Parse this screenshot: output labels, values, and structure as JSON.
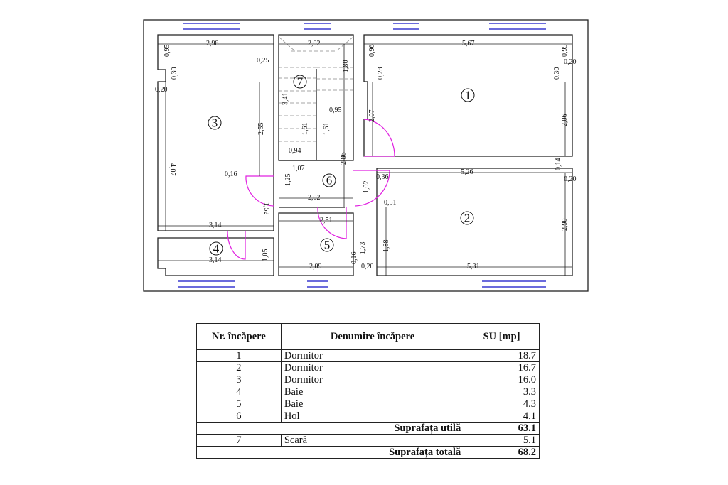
{
  "plan": {
    "rooms": [
      "1",
      "2",
      "3",
      "4",
      "5",
      "6",
      "7"
    ],
    "dims": [
      "2,98",
      "0,95",
      "0,30",
      "0,20",
      "0,25",
      "2,55",
      "4,07",
      "0,16",
      "1,25",
      "1,52",
      "3,14",
      "3,14",
      "1,05",
      "2,02",
      "1,80",
      "3,41",
      "1,61",
      "1,61",
      "0,95",
      "0,94",
      "1,07",
      "2,86",
      "2,02",
      "2,51",
      "1,73",
      "0,16",
      "2,09",
      "0,20",
      "1,02",
      "0,36",
      "0,51",
      "1,88",
      "5,67",
      "0,96",
      "0,28",
      "2,07",
      "0,95",
      "0,20",
      "0,30",
      "2,06",
      "5,26",
      "0,14",
      "0,20",
      "2,90",
      "5,31"
    ],
    "door_color": "#e020e0",
    "window_color": "#3a3ad0"
  },
  "table": {
    "headers": [
      "Nr. încăpere",
      "Denumire încăpere",
      "SU [mp]"
    ],
    "rows": [
      [
        "1",
        "Dormitor",
        "18.7"
      ],
      [
        "2",
        "Dormitor",
        "16.7"
      ],
      [
        "3",
        "Dormitor",
        "16.0"
      ],
      [
        "4",
        "Baie",
        "3.3"
      ],
      [
        "5",
        "Baie",
        "4.3"
      ],
      [
        "6",
        "Hol",
        "4.1"
      ]
    ],
    "subtotal": {
      "label": "Suprafața utilă",
      "value": "63.1"
    },
    "row7": [
      "7",
      "Scară",
      "5.1"
    ],
    "total": {
      "label": "Suprafața totală",
      "value": "68.2"
    }
  }
}
